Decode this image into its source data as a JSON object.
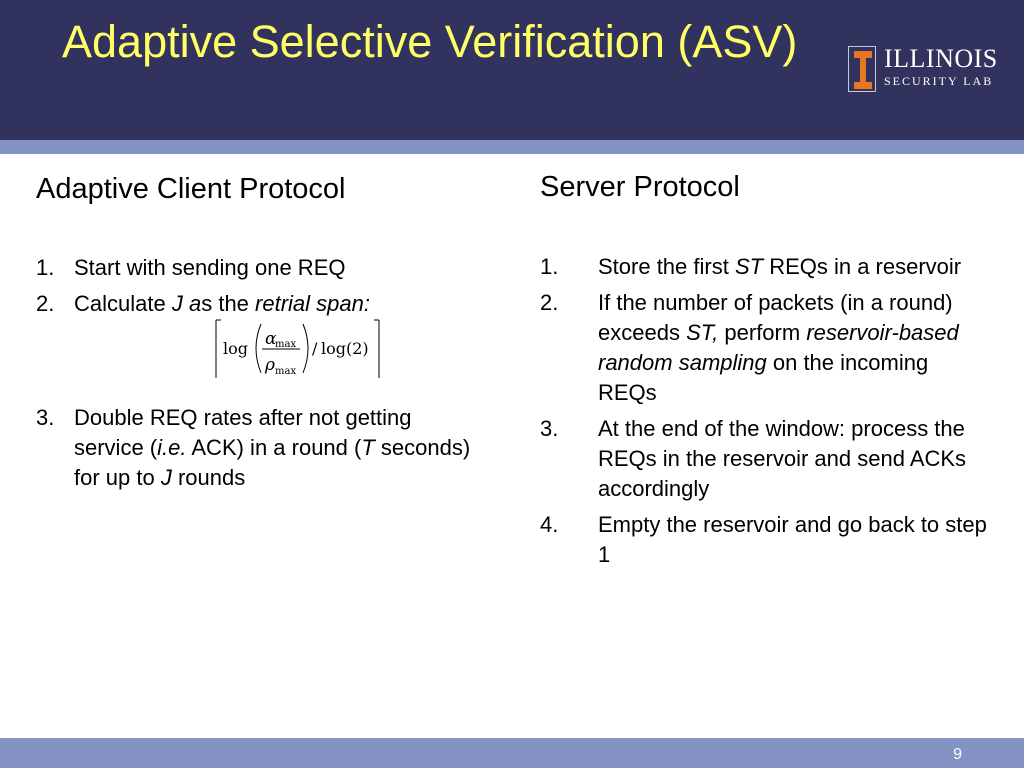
{
  "slide": {
    "title": "Adaptive Selective Verification (ASV)",
    "page_number": "9"
  },
  "logo": {
    "line1": "ILLINOIS",
    "line2": "SECURITY LAB",
    "icon": "illinois-block-i-icon"
  },
  "left": {
    "heading": "Adaptive Client Protocol",
    "items": [
      {
        "num": "1.",
        "parts": [
          "Start with sending one REQ"
        ]
      },
      {
        "num": "2.",
        "parts": [
          "Calculate ",
          "J ",
          "a",
          "s the ",
          "retrial span:"
        ]
      },
      {
        "num": "3.",
        "parts": [
          "Double REQ rates after not getting service (",
          "i.e.",
          " ACK) in a round (",
          "T",
          " seconds) for up to ",
          "J ",
          "rounds"
        ]
      }
    ],
    "formula": {
      "log1": "log",
      "alpha": "α",
      "rho": "ρ",
      "sub": "max",
      "divider": "/",
      "log2": "log(2)"
    }
  },
  "right": {
    "heading": "Server Protocol",
    "items": [
      {
        "num": "1.",
        "parts": [
          "Store the first ",
          "ST",
          "  REQs in a reservoir"
        ]
      },
      {
        "num": "2.",
        "parts": [
          "If the number of packets (in a round) exceeds ",
          "ST,",
          " perform ",
          "reservoir-based random sampling",
          " on the incoming REQs"
        ]
      },
      {
        "num": "3.",
        "parts": [
          "At the end of the window: process the REQs in the reservoir and send ACKs accordingly"
        ]
      },
      {
        "num": "4.",
        "parts": [
          "Empty the reservoir and go back to step 1"
        ]
      }
    ]
  }
}
